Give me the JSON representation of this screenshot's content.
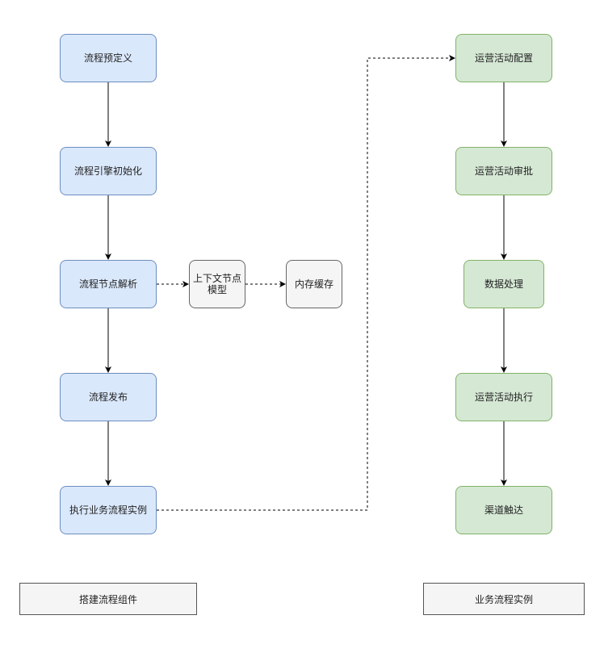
{
  "left_flow": {
    "n1": "流程预定义",
    "n2": "流程引擎初始化",
    "n3": "流程节点解析",
    "n4": "流程发布",
    "n5": "执行业务流程实例"
  },
  "middle": {
    "context_model": "上下文节点模型",
    "memory_cache": "内存缓存"
  },
  "right_flow": {
    "n1": "运营活动配置",
    "n2": "运营活动审批",
    "n3": "数据处理",
    "n4": "运营活动执行",
    "n5": "渠道触达"
  },
  "legend": {
    "left": "搭建流程组件",
    "right": "业务流程实例"
  },
  "colors": {
    "blue_fill": "#dae8fc",
    "green_fill": "#d5e8d4",
    "grey_fill": "#f5f5f5"
  }
}
